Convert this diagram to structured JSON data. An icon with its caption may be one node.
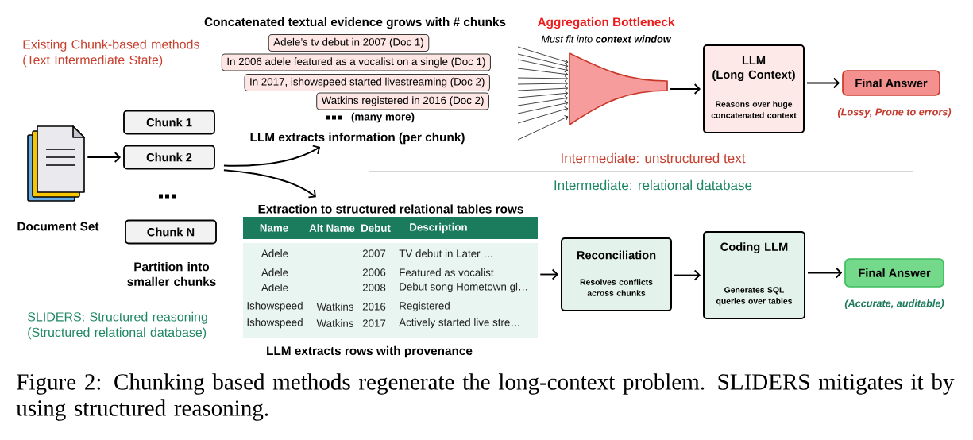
{
  "diagram": {
    "caption": "Figure 2: Chunking based methods regenerate the long-context problem. SLIDERS mitigates it by using structured reasoning.",
    "nodes": [
      {
        "text": [],
        "shape": "picture",
        "beside": [
          "Document Set"
        ]
      },
      {
        "text": [
          "Chunk 1"
        ]
      },
      {
        "text": [
          "Chunk 2"
        ]
      },
      {
        "text": [
          "Chunk N"
        ]
      },
      {
        "text": [
          "Adele’s tv debut in 2007 (Doc 1)"
        ]
      },
      {
        "text": [
          "In 2006 adele featured as a vocalist on a single (Doc 1)"
        ]
      },
      {
        "text": [
          "In 2017, ishowspeed started livestreaming (Doc 2)"
        ]
      },
      {
        "text": [
          "Watkins registered in 2016 (Doc 2)"
        ]
      },
      {
        "text": [
          "LLM extracts information (per chunk)"
        ]
      },
      {
        "text": [],
        "shape": "funnel",
        "beside": [
          "Aggregation Bottleneck",
          "Must fit into **context window**"
        ]
      },
      {
        "text": [
          "LLM (Long Context)",
          "Reasons over huge concatenated context"
        ]
      },
      {
        "text": [
          "Final Answer"
        ],
        "beside": [
          "(Lossy, Prone to errors)"
        ]
      },
      {
        "text": [
          "Extraction to structured relational tables rows",
          "Name",
          "Alt Name",
          "Debut",
          "Description",
          "Adele",
          "2007",
          "TV debut in Later …",
          "Adele",
          "2006",
          "Featured as vocalist",
          "Adele",
          "2008",
          "Debut song Hometown gl…",
          "Ishowspeed",
          "Watkins",
          "2016",
          "Registered",
          "Ishowspeed",
          "Watkins",
          "2017",
          "Actively started live stre…"
        ],
        "beside": [
          "LLM extracts rows with provenance"
        ]
      },
      {
        "text": [
          "Reconciliation",
          "Resolves conflicts across chunks"
        ]
      },
      {
        "text": [
          "Coding LLM",
          "Generates SQL queries over tables"
        ]
      },
      {
        "text": [
          "Final Answer"
        ],
        "beside": [
          "(Accurate, auditable)"
        ]
      }
    ],
    "edges": [
      {
        "from": 0,
        "to": 2,
        "arrow": "to"
      },
      {
        "from": 2,
        "to": 8,
        "arrow": "to"
      },
      {
        "from": 2,
        "to": 12,
        "arrow": "to"
      },
      {
        "from": null,
        "to": 9,
        "arrow": "to"
      },
      {
        "from": null,
        "to": 9,
        "arrow": "to"
      },
      {
        "from": null,
        "to": 9,
        "arrow": "to"
      },
      {
        "from": null,
        "to": 9,
        "arrow": "to"
      },
      {
        "from": null,
        "to": 9,
        "arrow": "to"
      },
      {
        "from": null,
        "to": 9,
        "arrow": "to"
      },
      {
        "from": null,
        "to": 9,
        "arrow": "to"
      },
      {
        "from": null,
        "to": 9,
        "arrow": "to"
      },
      {
        "from": null,
        "to": 9,
        "arrow": "to"
      },
      {
        "from": null,
        "to": 9,
        "arrow": "to"
      },
      {
        "from": null,
        "to": 9,
        "arrow": "to"
      },
      {
        "from": null,
        "to": 9,
        "arrow": "to"
      },
      {
        "from": 9,
        "to": 10,
        "arrow": "to"
      },
      {
        "from": 10,
        "to": 11,
        "arrow": "to"
      },
      {
        "from": 12,
        "to": 13,
        "arrow": "to"
      },
      {
        "from": 13,
        "to": 14,
        "arrow": "to"
      },
      {
        "from": 14,
        "to": 15,
        "arrow": "to"
      }
    ],
    "labels": [
      "Concatenated textual evidence grows with # chunks",
      "Existing Chunk-based methods (Text Intermediate State)",
      "(many more)",
      "Intermediate: unstructured text",
      "Intermediate: relational database",
      "Partition into smaller chunks",
      "SLIDERS: Structured reasoning (Structured relational database)"
    ]
  }
}
